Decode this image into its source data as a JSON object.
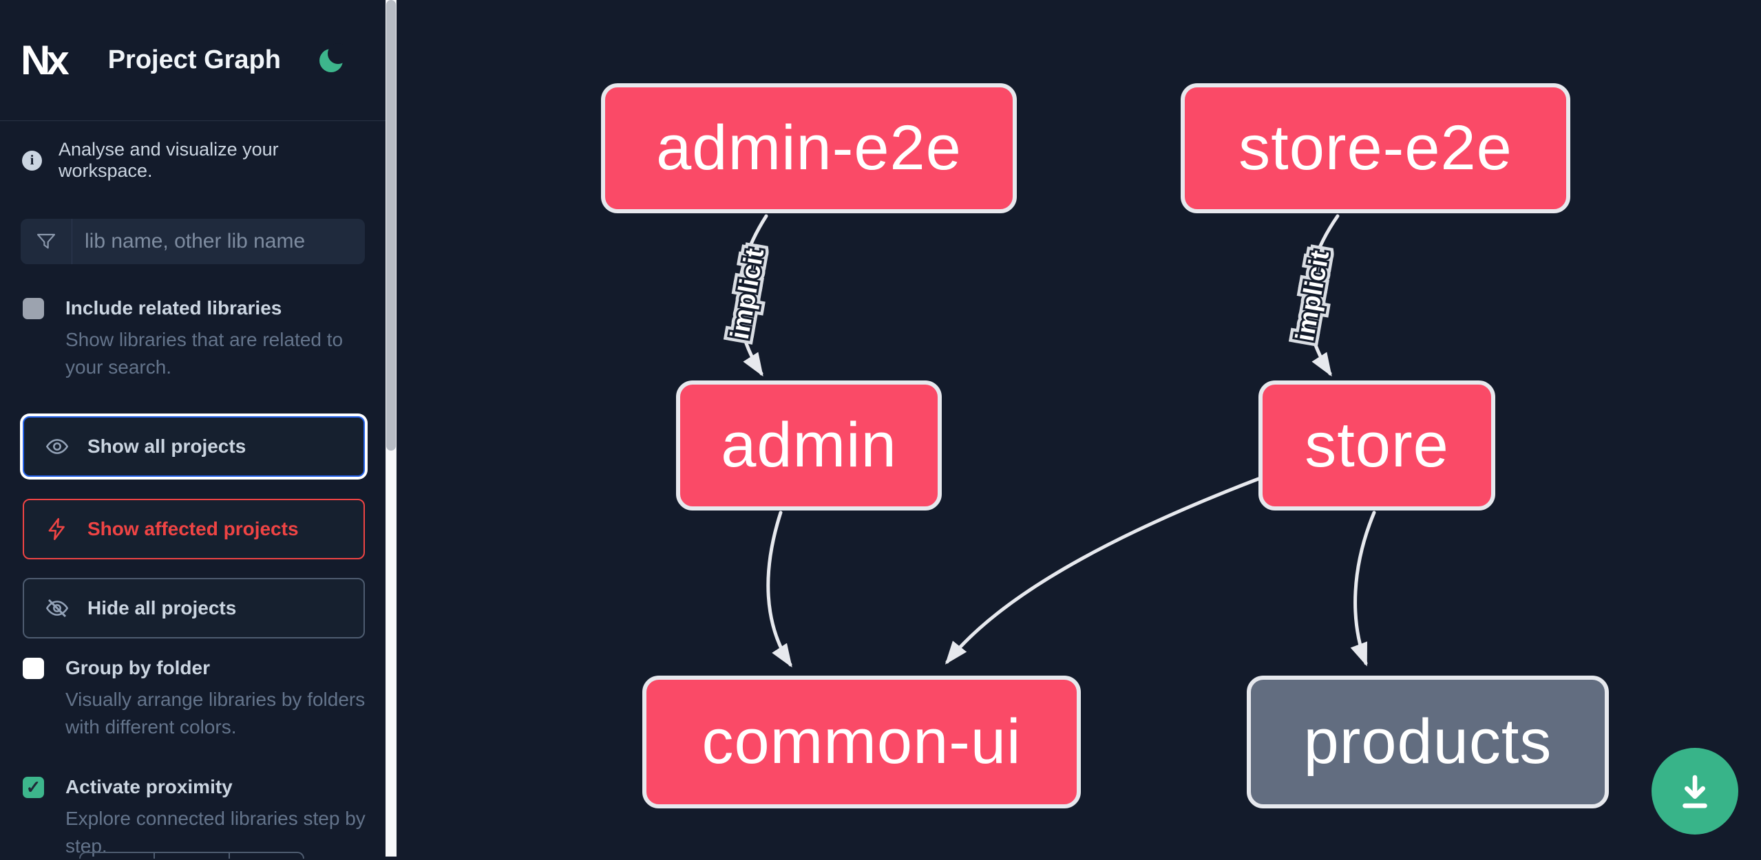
{
  "app": {
    "logo_text": "Nx",
    "title": "Project Graph"
  },
  "sidebar": {
    "tagline": "Analyse and visualize your workspace.",
    "filter": {
      "placeholder": "lib name, other lib name"
    },
    "toggles": [
      {
        "label": "Include related libraries",
        "description": "Show libraries that are related to your search.",
        "checked": false
      },
      {
        "label": "Group by folder",
        "description": "Visually arrange libraries by folders with different colors.",
        "checked": false
      },
      {
        "label": "Activate proximity",
        "description": "Explore connected libraries step by step.",
        "checked": true,
        "checkmark": "✓"
      }
    ],
    "actions": [
      {
        "label": "Show all projects",
        "state": "focused"
      },
      {
        "label": "Show affected projects",
        "state": "affected"
      },
      {
        "label": "Hide all projects",
        "state": "default"
      }
    ]
  },
  "graph": {
    "nodes": [
      {
        "id": "admin-e2e",
        "label": "admin-e2e",
        "color": "pink"
      },
      {
        "id": "store-e2e",
        "label": "store-e2e",
        "color": "pink"
      },
      {
        "id": "admin",
        "label": "admin",
        "color": "pink"
      },
      {
        "id": "store",
        "label": "store",
        "color": "pink"
      },
      {
        "id": "common-ui",
        "label": "common-ui",
        "color": "pink"
      },
      {
        "id": "products",
        "label": "products",
        "color": "gray"
      }
    ],
    "edges": [
      {
        "from": "admin-e2e",
        "to": "admin",
        "label": "implicit"
      },
      {
        "from": "store-e2e",
        "to": "store",
        "label": "implicit"
      },
      {
        "from": "admin",
        "to": "common-ui",
        "label": ""
      },
      {
        "from": "store",
        "to": "common-ui",
        "label": ""
      },
      {
        "from": "store",
        "to": "products",
        "label": ""
      }
    ]
  },
  "colors": {
    "background": "#131b2b",
    "node_pink": "#fa4a67",
    "node_gray": "#626d80",
    "edge": "#e7e9ee",
    "accent_green": "#3db68c",
    "accent_blue": "#2563eb",
    "accent_red": "#ef4444"
  }
}
